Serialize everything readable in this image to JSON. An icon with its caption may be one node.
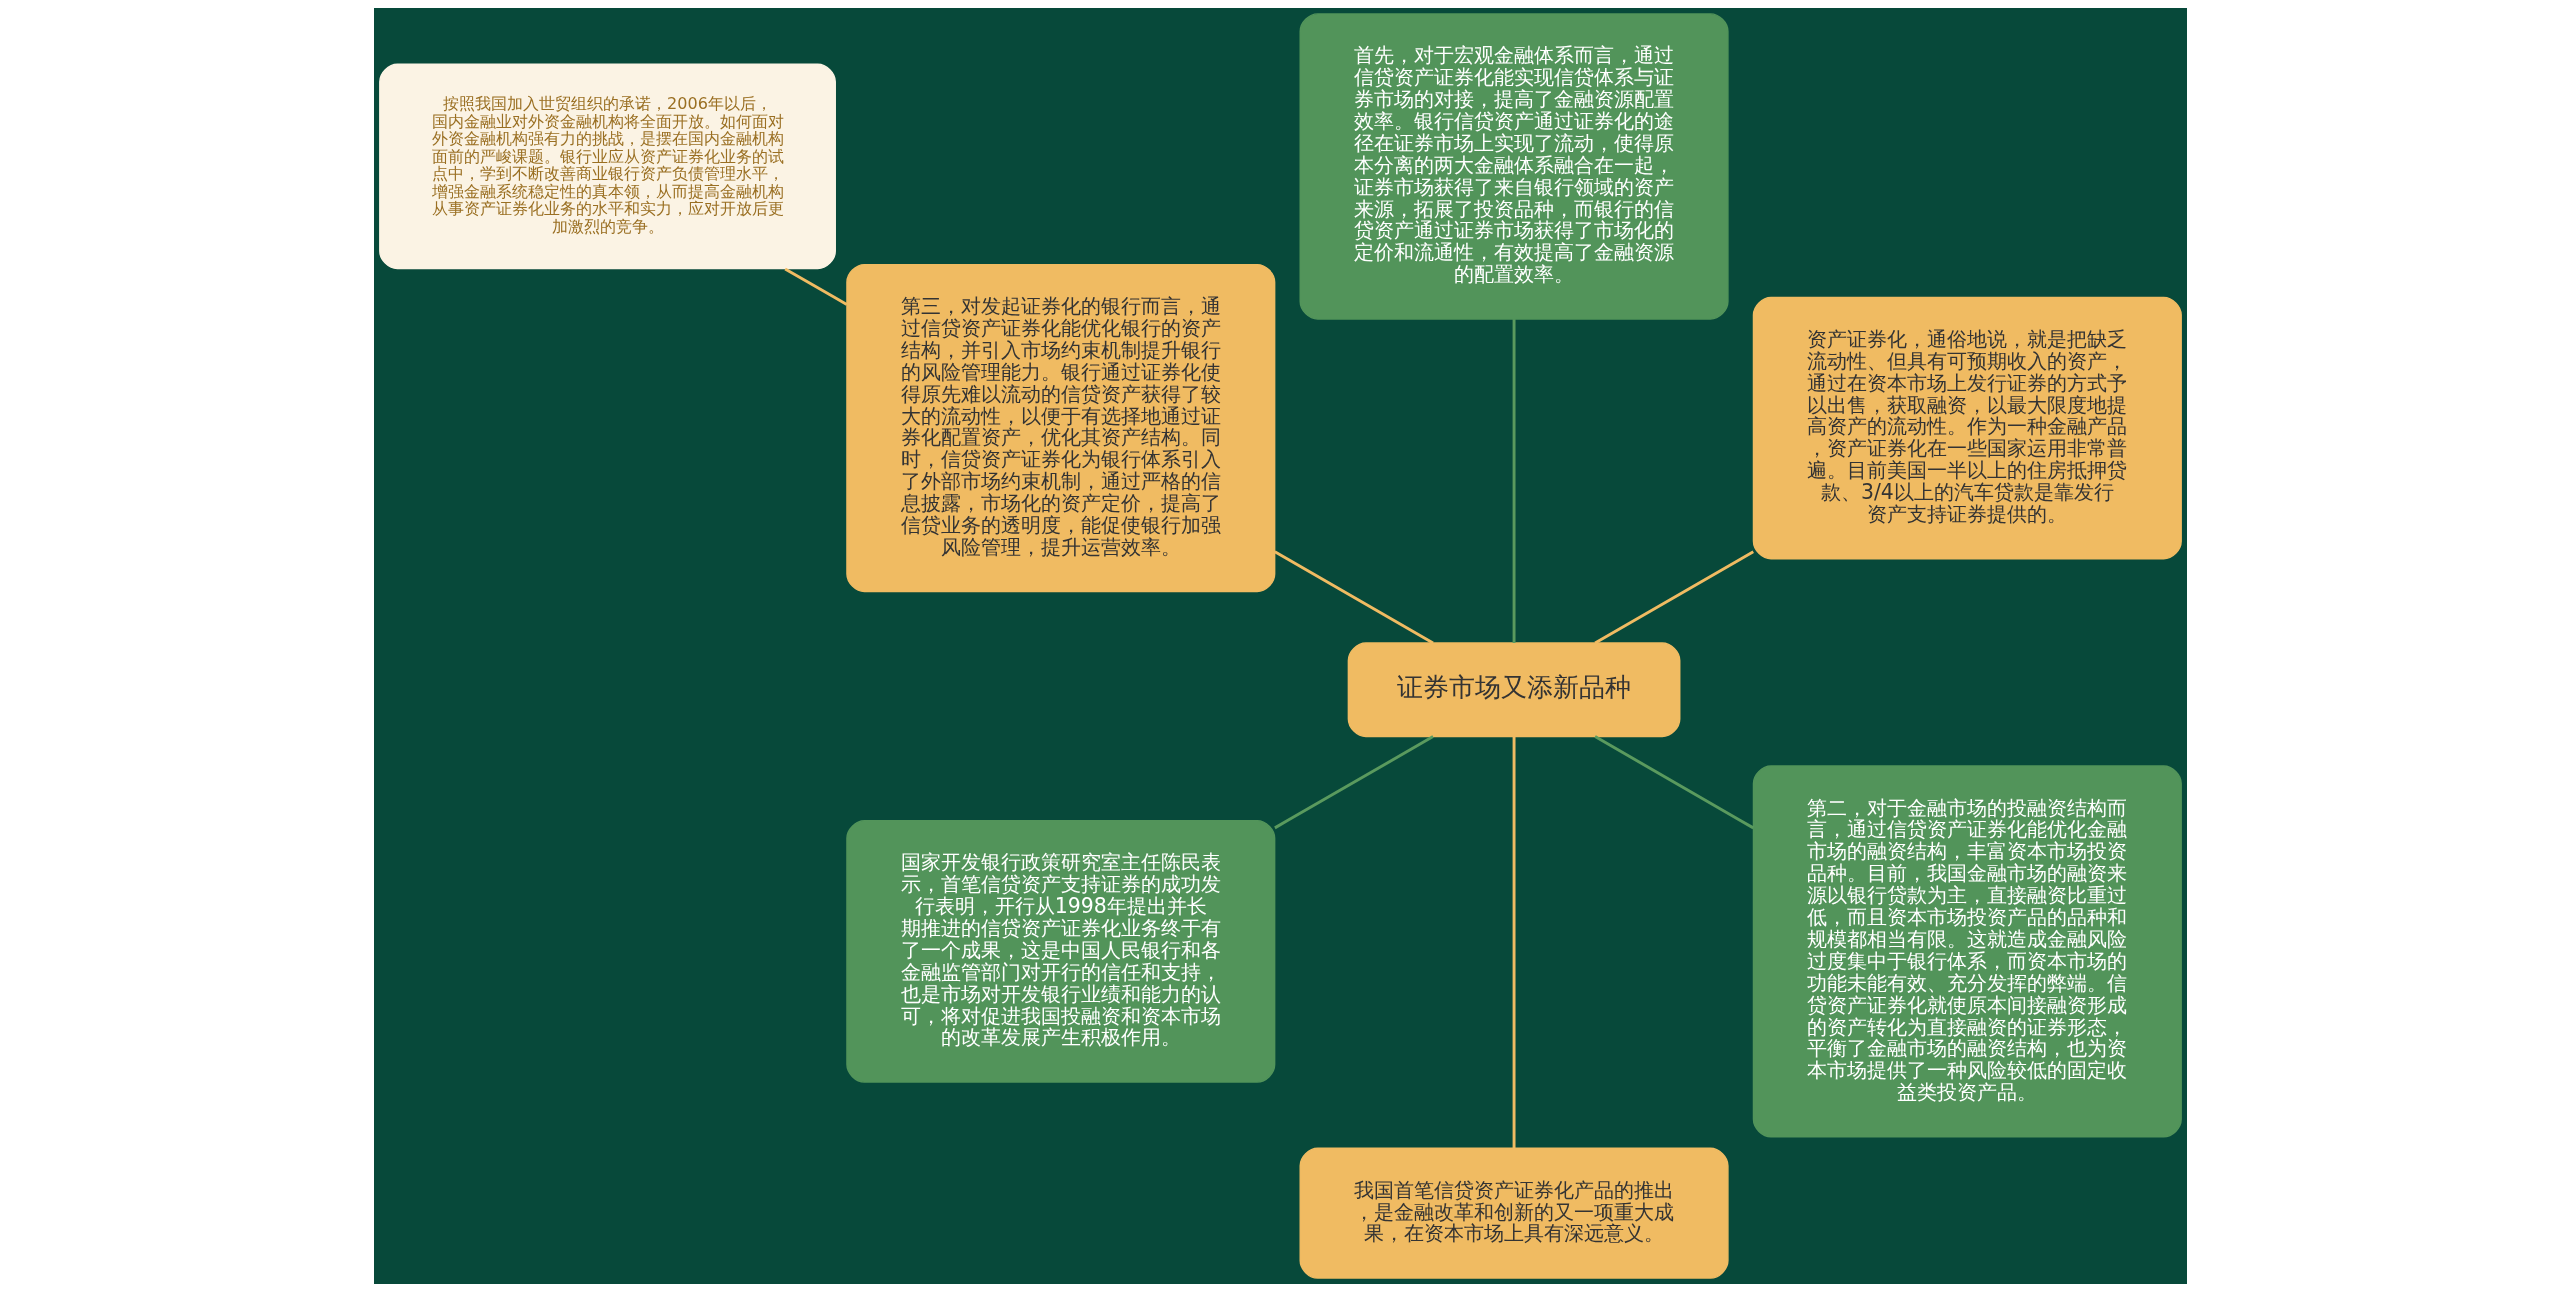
{
  "diagram": {
    "nodes": [
      {
        "text": [
          "证券市场又添新品种"
        ]
      },
      {
        "text": [
          "资产证券化，通俗地说，就是把缺乏流动性、但具有可预期收入的资产，通过在资本市场上发行证券的方式予以出售，获取融资，以最大限度地提高资产的流动性。作为一种金融产品，资产证券化在一些国家运用非常普遍。目前美国一半以上的住房抵押贷款、3/4以上的汽车贷款是靠发行资产支持证券提供的。"
        ]
      },
      {
        "text": [
          "首先，对于宏观金融体系而言，通过信贷资产证券化能实现信贷体系与证券市场的对接，提高了金融资源配置效率。银行信贷资产通过证券化的途径在证券市场上实现了流动，使得原本分离的两大金融体系融合在一起，证券市场获得了来自银行领域的资产来源，拓展了投资品种，而银行的信贷资产通过证券市场获得了市场化的定价和流通性，有效提高了金融资源的配置效率。"
        ]
      },
      {
        "text": [
          "第三，对发起证券化的银行而言，通过信贷资产证券化能优化银行的资产结构，并引入市场约束机制提升银行的风险管理能力。银行通过证券化使得原先难以流动的信贷资产获得了较大的流动性，以便于有选择地通过证券化配置资产，优化其资产结构。同时，信贷资产证券化为银行体系引入了外部市场约束机制，通过严格的信息披露，市场化的资产定价，提高了信贷业务的透明度，能促使银行加强风险管理，提升运营效率。"
        ]
      },
      {
        "text": [
          "国家开发银行政策研究室主任陈民表示，首笔信贷资产支持证券的成功发行表明，开行从1998年提出并长期推进的信贷资产证券化业务终于有了一个成果，这是中国人民银行和各金融监管部门对开行的信任和支持，也是市场对开发银行业绩和能力的认可，将对促进我国投融资和资本市场的改革发展产生积极作用。"
        ]
      },
      {
        "text": [
          "我国首笔信贷资产证券化产品的推出，是金融改革和创新的又一项重大成果，在资本市场上具有深远意义。"
        ]
      },
      {
        "text": [
          "第二，对于金融市场的投融资结构而言，通过信贷资产证券化能优化金融市场的融资结构，丰富资本市场投资品种。目前，我国金融市场的融资来源以银行贷款为主，直接融资比重过低，而且资本市场投资产品的品种和规模都相当有限。这就造成金融风险过度集中于银行体系，而资本市场的功能未能有效、充分发挥的弊端。信贷资产证券化就使原本间接融资形成的资产转化为直接融资的证券形态，平衡了金融市场的融资结构，也为资本市场提供了一种风险较低的固定收益类投资产品。"
        ]
      },
      {
        "text": [
          "按照我国加入世贸组织的承诺，2006年以后，国内金融业对外资金融机构将全面开放。如何面对外资金融机构强有力的挑战，是摆在国内金融机构面前的严峻课题。银行业应从资产证券化业务的试点中，学到不断改善商业银行资产负债管理水平，增强金融系统稳定性的真本领，从而提高金融机构从事资产证券化业务的水平和实力，应对开放后更加激烈的竞争。"
        ]
      }
    ],
    "edges": [
      {
        "from": 0,
        "to": 1,
        "arrow": "none"
      },
      {
        "from": 0,
        "to": 2,
        "arrow": "none",
        "color": "#5a9a5e"
      },
      {
        "from": 0,
        "to": 3,
        "arrow": "none"
      },
      {
        "from": 0,
        "to": 4,
        "arrow": "none",
        "color": "#5a9a5e"
      },
      {
        "from": 0,
        "to": 5,
        "arrow": "none"
      },
      {
        "from": 0,
        "to": 6,
        "arrow": "none",
        "color": "#5a9a5e"
      },
      {
        "from": 3,
        "to": 7,
        "arrow": "none"
      }
    ]
  }
}
